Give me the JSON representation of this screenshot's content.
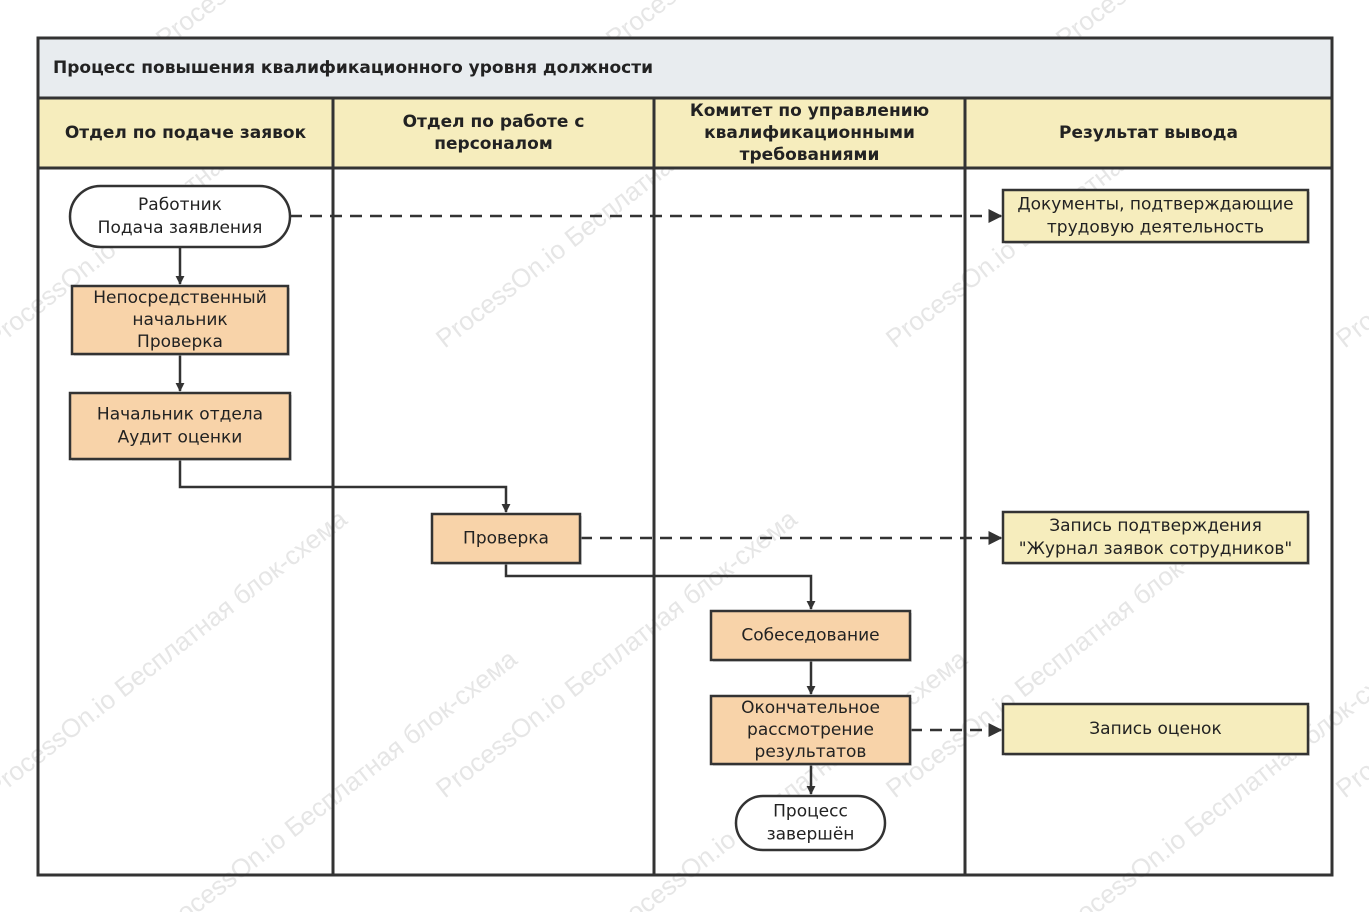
{
  "title": "Процесс повышения квалификационного уровня должности",
  "watermark": "ProcessOn.io Бесплатная блок-схема",
  "colors": {
    "border": "#333333",
    "title_bg": "#e8ecef",
    "lane_header_bg": "#f6edbd",
    "process_fill": "#f8d3a9",
    "document_fill": "#f6edbd",
    "terminal_fill": "#ffffff"
  },
  "lanes": [
    {
      "lines": [
        "Отдел по подаче заявок"
      ]
    },
    {
      "lines": [
        "Отдел по работе с",
        "персоналом"
      ]
    },
    {
      "lines": [
        "Комитет по управлению",
        "квалификационными",
        "требованиями"
      ]
    },
    {
      "lines": [
        "Результат вывода"
      ]
    }
  ],
  "nodes": [
    {
      "id": "n1",
      "kind": "terminal",
      "lines": [
        "Работник",
        "Подача заявления"
      ]
    },
    {
      "id": "n2",
      "kind": "process",
      "lines": [
        "Непосредственный",
        "начальник",
        "Проверка"
      ]
    },
    {
      "id": "n3",
      "kind": "process",
      "lines": [
        "Начальник отдела",
        "Аудит оценки"
      ]
    },
    {
      "id": "n4",
      "kind": "process",
      "lines": [
        "Проверка"
      ]
    },
    {
      "id": "n5",
      "kind": "process",
      "lines": [
        "Собеседование"
      ]
    },
    {
      "id": "n6",
      "kind": "process",
      "lines": [
        "Окончательное",
        "рассмотрение",
        "результатов"
      ]
    },
    {
      "id": "n7",
      "kind": "terminal",
      "lines": [
        "Процесс",
        "завершён"
      ]
    },
    {
      "id": "d1",
      "kind": "document",
      "lines": [
        "Документы, подтверждающие",
        "трудовую деятельность"
      ]
    },
    {
      "id": "d2",
      "kind": "document",
      "lines": [
        "Запись подтверждения",
        "\"Журнал заявок сотрудников\""
      ]
    },
    {
      "id": "d3",
      "kind": "document",
      "lines": [
        "Запись оценок"
      ]
    }
  ],
  "edges": [
    {
      "from": "n1",
      "to": "n2",
      "style": "solid"
    },
    {
      "from": "n2",
      "to": "n3",
      "style": "solid"
    },
    {
      "from": "n3",
      "to": "n4",
      "style": "solid"
    },
    {
      "from": "n4",
      "to": "n5",
      "style": "solid"
    },
    {
      "from": "n5",
      "to": "n6",
      "style": "solid"
    },
    {
      "from": "n6",
      "to": "n7",
      "style": "solid"
    },
    {
      "from": "n1",
      "to": "d1",
      "style": "dashed"
    },
    {
      "from": "n4",
      "to": "d2",
      "style": "dashed"
    },
    {
      "from": "n6",
      "to": "d3",
      "style": "dashed"
    }
  ]
}
